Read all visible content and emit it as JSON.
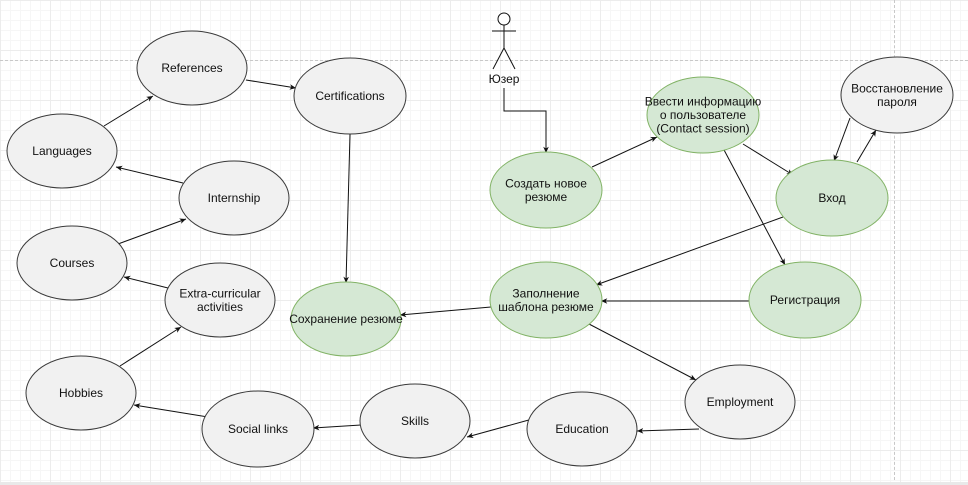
{
  "actor": {
    "label": "Юзер"
  },
  "nodes": {
    "references": {
      "lines": [
        "References"
      ]
    },
    "certifications": {
      "lines": [
        "Certifications"
      ]
    },
    "languages": {
      "lines": [
        "Languages"
      ]
    },
    "internship": {
      "lines": [
        "Internship"
      ]
    },
    "courses": {
      "lines": [
        "Courses"
      ]
    },
    "extra": {
      "lines": [
        "Extra-curricular",
        "activities"
      ]
    },
    "hobbies": {
      "lines": [
        "Hobbies"
      ]
    },
    "social": {
      "lines": [
        "Social links"
      ]
    },
    "skills": {
      "lines": [
        "Skills"
      ]
    },
    "education": {
      "lines": [
        "Education"
      ]
    },
    "employment": {
      "lines": [
        "Employment"
      ]
    },
    "save": {
      "lines": [
        "Сохранение резюме"
      ]
    },
    "create": {
      "lines": [
        "Создать новое",
        "резюме"
      ]
    },
    "enter_info": {
      "lines": [
        "Ввести информацию",
        "о пользователе",
        "(Contact session)"
      ]
    },
    "recovery": {
      "lines": [
        "Восстановление",
        "пароля"
      ]
    },
    "login": {
      "lines": [
        "Вход"
      ]
    },
    "fill_template": {
      "lines": [
        "Заполнение",
        "шаблона резюме"
      ]
    },
    "registration": {
      "lines": [
        "Регистрация"
      ]
    }
  }
}
